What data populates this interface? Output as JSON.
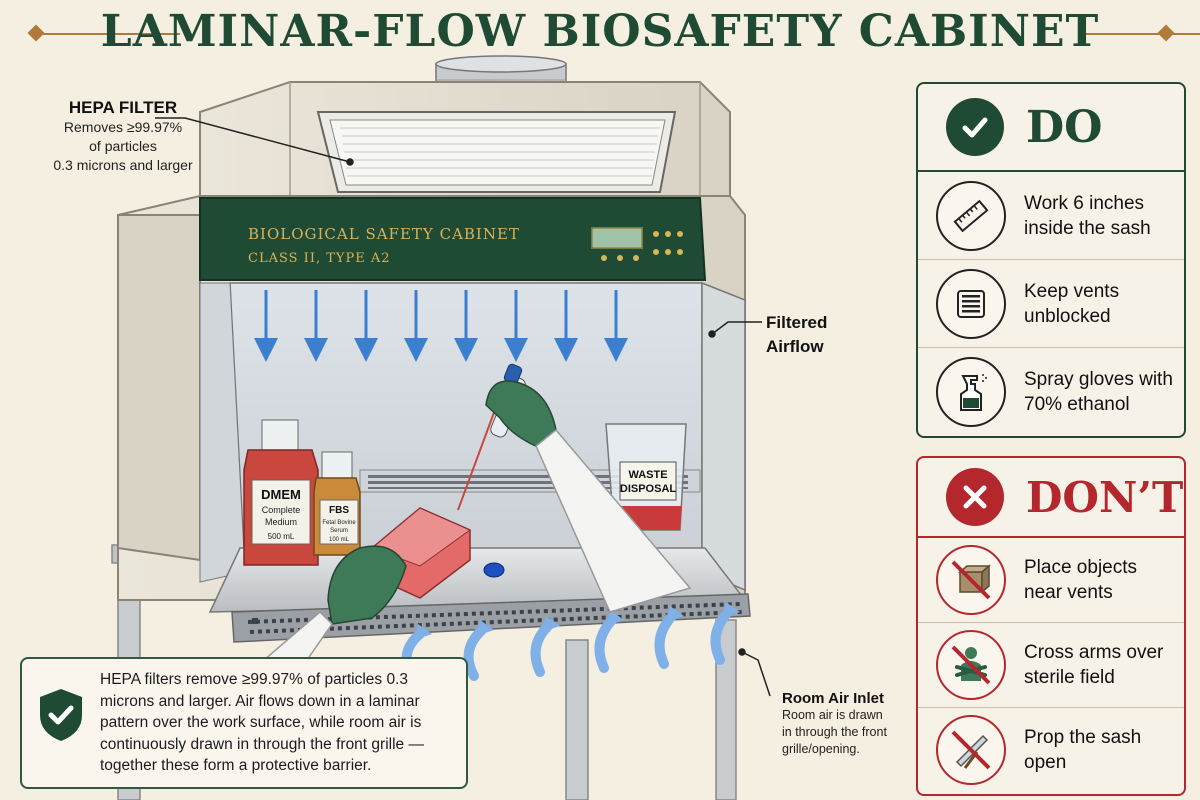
{
  "title": "LAMINAR-FLOW BIOSAFETY CABINET",
  "cabinet": {
    "label_line1": "BIOLOGICAL SAFETY CABINET",
    "label_line2": "CLASS II, TYPE A2"
  },
  "bottles": {
    "dmem": {
      "name": "DMEM",
      "line1": "Complete",
      "line2": "Medium",
      "line3": "500 mL"
    },
    "fbs": {
      "name": "FBS",
      "line1": "Fetal Bovine",
      "line2": "Serum",
      "line3": "100 mL"
    },
    "waste": {
      "line1": "WASTE",
      "line2": "DISPOSAL"
    }
  },
  "callouts": {
    "hepa": {
      "heading": "HEPA FILTER",
      "line1": "Removes ≥99.97%",
      "line2": "of particles",
      "line3": "0.3 microns and larger"
    },
    "airflow": {
      "line1": "Filtered",
      "line2": "Airflow"
    },
    "inlet": {
      "heading": "Room Air Inlet",
      "line1": "Room air is drawn",
      "line2": "in through the front",
      "line3": "grille/opening."
    }
  },
  "info_box": {
    "text": "HEPA filters remove ≥99.97% of particles 0.3 microns and larger. Air flows down in a laminar pattern over the work surface, while room air is continuously drawn in through the front grille — together these form a protective barrier."
  },
  "do_panel": {
    "title": "DO",
    "accent": "#1f4a33",
    "items": [
      {
        "line1": "Work 6 inches",
        "line2": "inside the sash",
        "icon": "ruler-icon"
      },
      {
        "line1": "Keep vents",
        "line2": "unblocked",
        "icon": "vent-grille-icon"
      },
      {
        "line1": "Spray gloves with",
        "line2": "70% ethanol",
        "icon": "spray-bottle-icon"
      }
    ]
  },
  "dont_panel": {
    "title": "DON’T",
    "accent": "#b3272d",
    "items": [
      {
        "line1": "Place objects",
        "line2": "near vents",
        "icon": "box-prohibited-icon"
      },
      {
        "line1": "Cross arms over",
        "line2": "sterile field",
        "icon": "crossed-arms-prohibited-icon"
      },
      {
        "line1": "Prop the sash",
        "line2": "open",
        "icon": "propped-sash-prohibited-icon"
      }
    ]
  }
}
